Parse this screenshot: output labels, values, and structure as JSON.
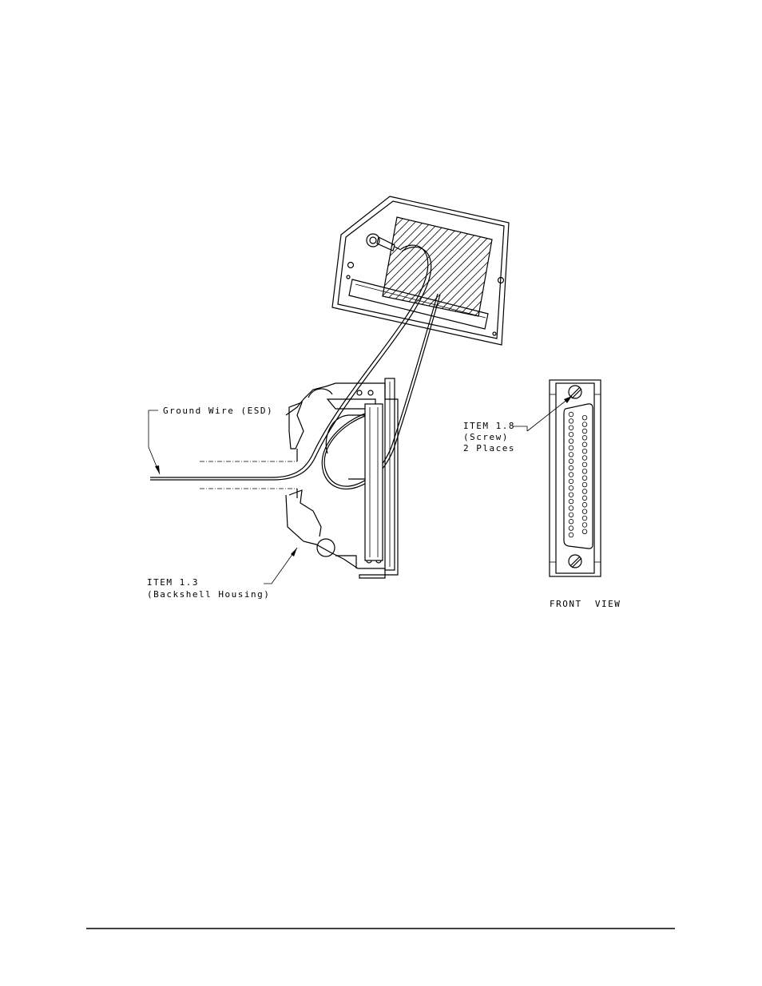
{
  "labels": {
    "ground_wire": "Ground Wire (ESD)",
    "item_screw_title": "ITEM 1.8",
    "item_screw_desc": "(Screw)",
    "item_screw_qty": "2 Places",
    "item_housing_title": "ITEM 1.3",
    "item_housing_desc": "(Backshell Housing)",
    "front_view": "FRONT  VIEW"
  },
  "connector": {
    "pin_count_left_column": 19,
    "pin_count_right_column": 18
  },
  "colors": {
    "line": "#000000",
    "background": "#ffffff"
  }
}
